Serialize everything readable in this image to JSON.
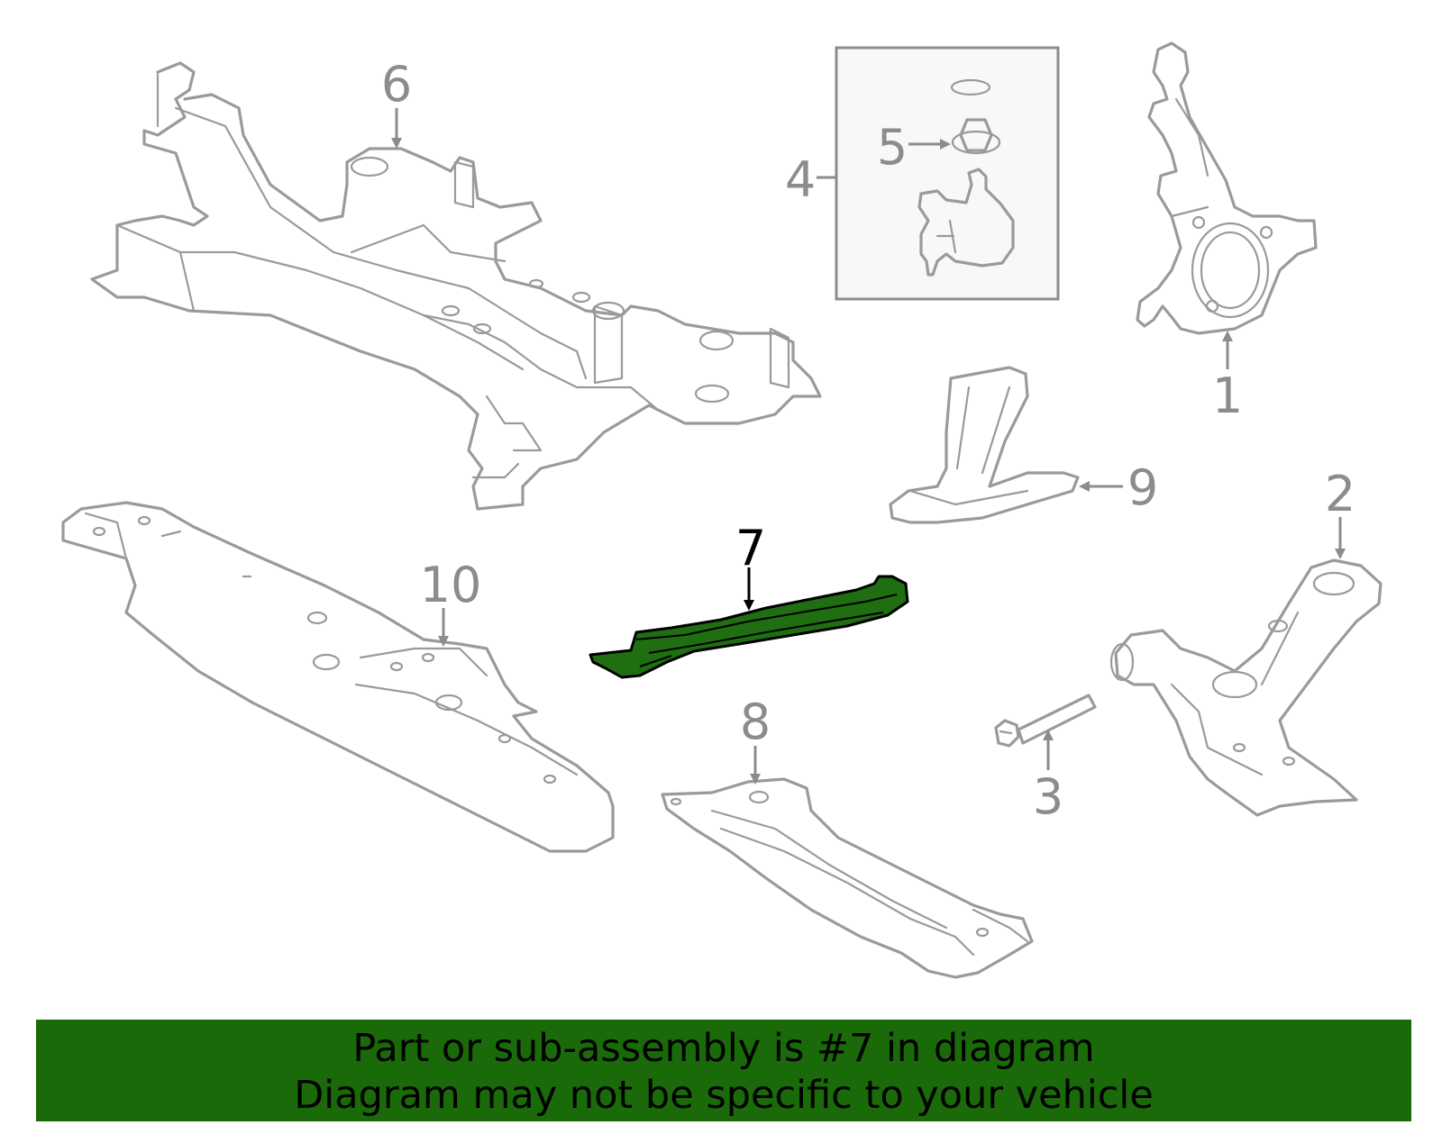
{
  "callouts": {
    "c1": "1",
    "c2": "2",
    "c3": "3",
    "c4": "4",
    "c5": "5",
    "c6": "6",
    "c7": "7",
    "c8": "8",
    "c9": "9",
    "c10": "10"
  },
  "highlighted_part": "7",
  "colors": {
    "part_outline": "#9a9a9a",
    "highlight_fill": "#1f6e12",
    "banner_bg": "#1a6a09"
  },
  "banner": {
    "line1": "Part or sub-assembly is #7 in diagram",
    "line2": "Diagram may not be specific to your vehicle"
  }
}
